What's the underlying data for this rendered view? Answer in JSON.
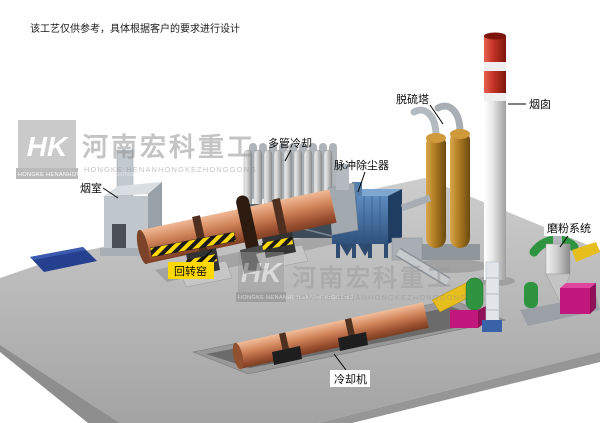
{
  "disclaimer": "该工艺仅供参考，具体根据客户的要求进行设计",
  "watermark": {
    "logo": "HK",
    "company_cn": "河南宏科重工",
    "company_en": "HONGKE HENANHONGKEZHONGGONG"
  },
  "labels": {
    "smoke_chamber": "烟室",
    "rotary_kiln": "回转窑",
    "multi_tube_cooler": "多管冷却",
    "pulse_dust_collector": "脉冲除尘器",
    "desulfurization_tower": "脱硫塔",
    "chimney": "烟囱",
    "grinding_system": "磨粉系统",
    "cooling_machine": "冷却机"
  },
  "colors": {
    "kiln_shell": "#c97b52",
    "dust_collector_blue": "#3c6ea6",
    "tower_orange": "#b57f24",
    "chimney_red": "#c53527",
    "hazard_yellow": "#ffd900",
    "ground_gray": "#b5b5b5",
    "pit_gray": "#6b6b6b",
    "slab_blue": "#24408f",
    "accent_magenta": "#c2187e",
    "accent_green": "#2f9440",
    "accent_yellow": "#e6be1e",
    "watermark_gray": "#8f8f8f"
  }
}
